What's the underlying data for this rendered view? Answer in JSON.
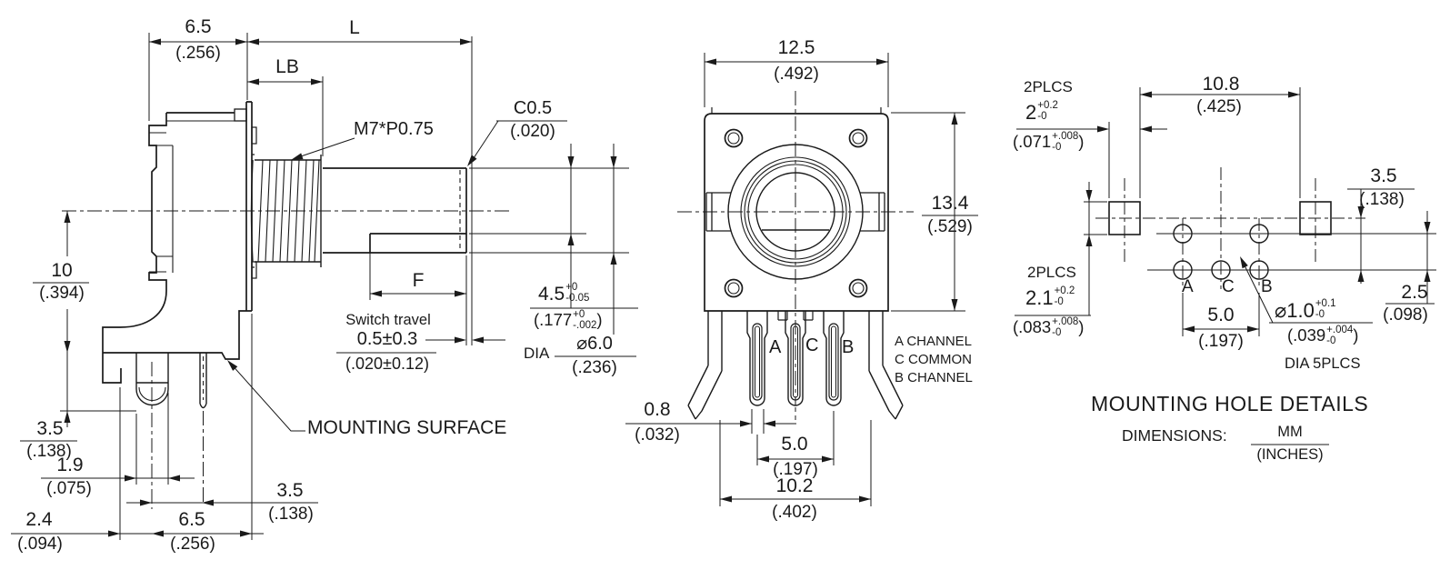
{
  "side": {
    "d65top": {
      "mm": "6.5",
      "in": "(.256)"
    },
    "L": "L",
    "LB": "LB",
    "thread": "M7*P0.75",
    "c05": {
      "mm": "C0.5",
      "in": "(.020)"
    },
    "d10": {
      "mm": "10",
      "in": "(.394)"
    },
    "d45": {
      "mm": "4.5",
      "tu": "+0",
      "td": "-0.05",
      "inopen": "(.177",
      "itu": "+0",
      "itd": "-.002",
      "iclose": ")"
    },
    "switch_travel": "Switch travel",
    "d05": {
      "mm": "0.5±0.3",
      "in": "(.020±0.12)"
    },
    "dia_word": "DIA",
    "d60": {
      "mm": "⌀6.0",
      "in": "(.236)"
    },
    "F": "F",
    "mounting_surface": "MOUNTING SURFACE",
    "d35left": {
      "mm": "3.5",
      "in": "(.138)"
    },
    "d19": {
      "mm": "1.9",
      "in": "(.075)"
    },
    "d35bot": {
      "mm": "3.5",
      "in": "(.138)"
    },
    "d24": {
      "mm": "2.4",
      "in": "(.094)"
    },
    "d65bot": {
      "mm": "6.5",
      "in": "(.256)"
    }
  },
  "front": {
    "d125": {
      "mm": "12.5",
      "in": "(.492)"
    },
    "d134": {
      "mm": "13.4",
      "in": "(.529)"
    },
    "pinA": "A",
    "pinC": "C",
    "pinB": "B",
    "legend": {
      "a": "A CHANNEL",
      "c": "C COMMON",
      "b": "B CHANNEL"
    },
    "d08": {
      "mm": "0.8",
      "in": "(.032)"
    },
    "d50": {
      "mm": "5.0",
      "in": "(.197)"
    },
    "d102": {
      "mm": "10.2",
      "in": "(.402)"
    }
  },
  "mount": {
    "plcs_top": "2PLCS",
    "d2": {
      "mm": "2",
      "tu": "+0.2",
      "td": "-0",
      "inopen": "(.071",
      "itu": "+.008",
      "itd": "-0",
      "iclose": ")"
    },
    "d108": {
      "mm": "10.8",
      "in": "(.425)"
    },
    "d35": {
      "mm": "3.5",
      "in": "(.138)"
    },
    "plcs_bot": "2PLCS",
    "d21": {
      "mm": "2.1",
      "tu": "+0.2",
      "td": "-0",
      "inopen": "(.083",
      "itu": "+.008",
      "itd": "-0",
      "iclose": ")"
    },
    "pinA": "A",
    "pinC": "C",
    "pinB": "B",
    "d50": {
      "mm": "5.0",
      "in": "(.197)"
    },
    "d1": {
      "mm": "⌀1.0",
      "tu": "+0.1",
      "td": "-0",
      "inopen": "(.039",
      "itu": "+.004",
      "itd": "-0",
      "iclose": ")"
    },
    "dia5": "DIA 5PLCS",
    "d25": {
      "mm": "2.5",
      "in": "(.098)"
    },
    "title": "MOUNTING HOLE DETAILS",
    "dims_label": "DIMENSIONS:",
    "units_mm": "MM",
    "units_in": "(INCHES)"
  },
  "colors": {
    "ink": "#1a1a1a",
    "bg": "#ffffff"
  }
}
